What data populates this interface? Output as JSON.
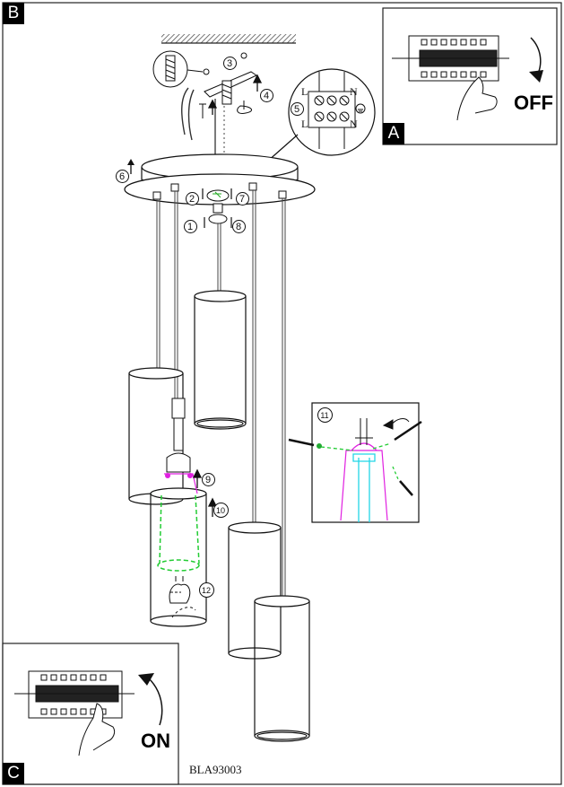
{
  "panels": {
    "main": {
      "label": "B"
    },
    "switch_off": {
      "label": "A",
      "state_text": "OFF"
    },
    "switch_on": {
      "label": "C",
      "state_text": "ON"
    }
  },
  "model_code": "BLA93003",
  "terminal_labels": {
    "top_left": "L",
    "top_right": "N",
    "bottom_left": "L",
    "bottom_right": "N"
  },
  "steps": [
    "1",
    "2",
    "3",
    "4",
    "5",
    "6",
    "7",
    "8",
    "9",
    "10",
    "11",
    "12"
  ],
  "colors": {
    "ink": "#111111",
    "ceiling_hatch": "#555555",
    "highlight_magenta": "#e020e0",
    "highlight_green": "#22cc33",
    "highlight_cyan": "#22d6e6"
  }
}
